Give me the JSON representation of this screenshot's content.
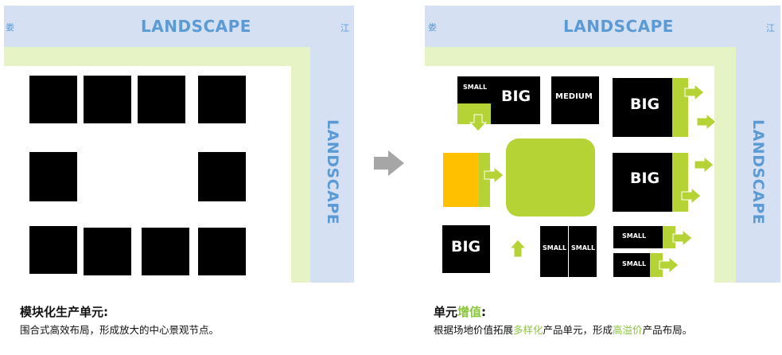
{
  "left_panel": {
    "top_landscape": "LANDSCAPE",
    "side_landscape": "LANDSCAPE",
    "corner_left": "娄",
    "corner_right": "江"
  },
  "right_panel": {
    "top_landscape": "LANDSCAPE",
    "side_landscape": "LANDSCAPE",
    "corner_left": "娄",
    "corner_right": "江",
    "units": {
      "small_top": "SMALL",
      "big_top": "BIG",
      "medium": "MEDIUM",
      "big_right_1": "BIG",
      "big_right_2": "BIG",
      "big_bottom": "BIG",
      "small_a": "SMALL",
      "small_b": "SMALL",
      "small_right_1": "SMALL",
      "small_right_2": "SMALL"
    }
  },
  "captions": {
    "left_title": "模块化生产单元:",
    "left_text": "围合式高效布局，形成放大的中心景观节点。",
    "right_title_plain": "单元",
    "right_title_highlight": "增值",
    "right_title_end": ":",
    "right_text_1": "根据场地价值拓展",
    "right_text_hl1": "多样化",
    "right_text_2": "产品单元，形成",
    "right_text_hl2": "高溢价",
    "right_text_3": "产品布局。"
  },
  "colors": {
    "landscape_blue": "#d6e0f3",
    "path_green": "#e5f3c5",
    "lime": "#b5d335",
    "orange": "#ffc000",
    "arrow_gray": "#a6a6a6",
    "text_blue": "#5b9bd5",
    "highlight_green": "#8cc63f"
  }
}
